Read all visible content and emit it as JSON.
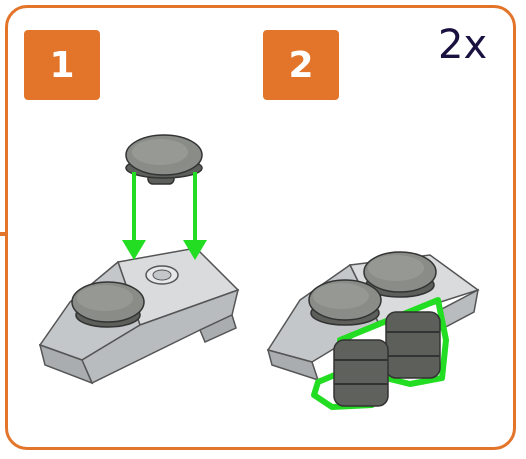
{
  "steps": [
    {
      "number": "1"
    },
    {
      "number": "2"
    }
  ],
  "quantity": "2x",
  "colors": {
    "accent": "#e3752a",
    "highlight_green": "#22dd22",
    "quantity_text": "#1a1140",
    "brick_gray": "#c9cccf",
    "dark_stone": "#6b6d68"
  },
  "icons": {
    "step1_illustration": "brick-assembly-drop-plate-icon",
    "step2_illustration": "brick-assembly-barrels-icon"
  }
}
